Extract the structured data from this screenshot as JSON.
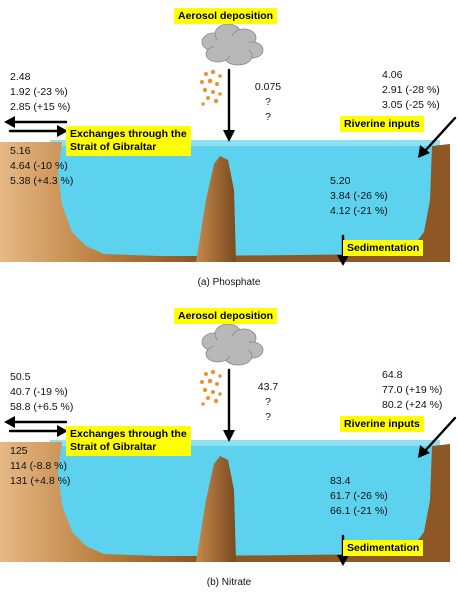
{
  "labels": {
    "aerosol": "Aerosol deposition",
    "gibraltar_line1": "Exchanges through the",
    "gibraltar_line2": "Strait of Gibraltar",
    "riverine": "Riverine inputs",
    "sedimentation": "Sedimentation"
  },
  "panels": [
    {
      "caption": "(a) Phosphate",
      "gibraltar_in": [
        "2.48",
        "1.92 (-23 %)",
        "2.85 (+15 %)"
      ],
      "gibraltar_out": [
        "5.16",
        "4.64 (-10 %)",
        "5.38 (+4.3 %)"
      ],
      "aerosol": [
        "0.075",
        "?",
        "?"
      ],
      "riverine": [
        "4.06",
        "2.91 (-28 %)",
        "3.05 (-25 %)"
      ],
      "sedimentation": [
        "5.20",
        "3.84 (-26 %)",
        "4.12 (-21 %)"
      ]
    },
    {
      "caption": "(b) Nitrate",
      "gibraltar_in": [
        "50.5",
        "40.7 (-19 %)",
        "58.8 (+6.5 %)"
      ],
      "gibraltar_out": [
        "125",
        "114 (-8.8 %)",
        "131 (+4.8 %)"
      ],
      "aerosol": [
        "43.7",
        "?",
        "?"
      ],
      "riverine": [
        "64.8",
        "77.0 (+19 %)",
        "80.2 (+24 %)"
      ],
      "sedimentation": [
        "83.4",
        "61.7 (-26 %)",
        "66.1 (-21 %)"
      ]
    }
  ],
  "colors": {
    "sea": "#5cd2ee",
    "sea_surface": "#8fe0f2",
    "land": "#a0692e",
    "land_light": "#e3b47c",
    "label_bg": "#ffff00",
    "cloud": "#b8b8b8",
    "aerosol_particles": "#e8923a"
  }
}
